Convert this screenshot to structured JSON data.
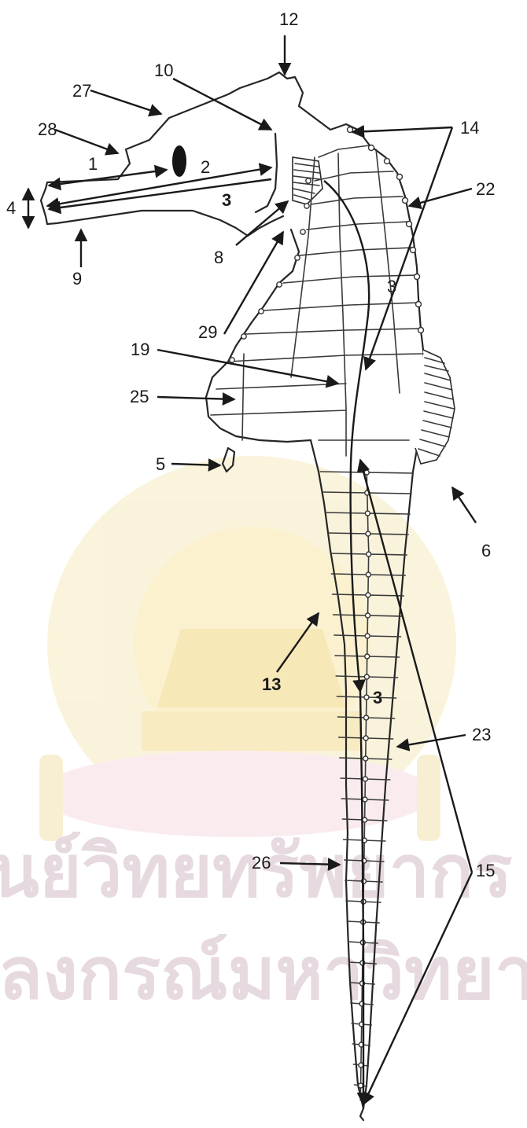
{
  "watermark": {
    "line1": "ศูนย์วิทยทรัพยากร",
    "line2": "จุฬาลงกรณ์มหาวิทยาลัย",
    "emblem_color": "#f3e4a8",
    "pedestal_color": "#f4dadd"
  },
  "labels": {
    "l1": "1",
    "l2": "2",
    "l3_head": "3",
    "l4": "4",
    "l5": "5",
    "l6": "6",
    "l8": "8",
    "l9": "9",
    "l10": "10",
    "l12": "12",
    "l13": "13",
    "l14": "14",
    "l15": "15",
    "l19": "19",
    "l22": "22",
    "l23": "23",
    "l25": "25",
    "l26": "26",
    "l27": "27",
    "l28": "28",
    "l29": "29",
    "l3_trunk": "3",
    "l3_tail": "3"
  }
}
